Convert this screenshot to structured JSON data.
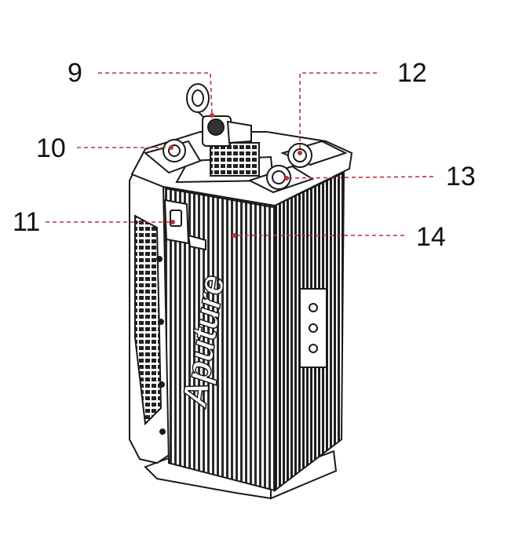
{
  "diagram": {
    "brand_text": "Aputure",
    "accent_color": "#c0303a",
    "line_color": "#1a1a1a",
    "callouts": [
      {
        "id": "9",
        "label": "9"
      },
      {
        "id": "10",
        "label": "10"
      },
      {
        "id": "11",
        "label": "11"
      },
      {
        "id": "12",
        "label": "12"
      },
      {
        "id": "13",
        "label": "13"
      },
      {
        "id": "14",
        "label": "14"
      }
    ]
  }
}
